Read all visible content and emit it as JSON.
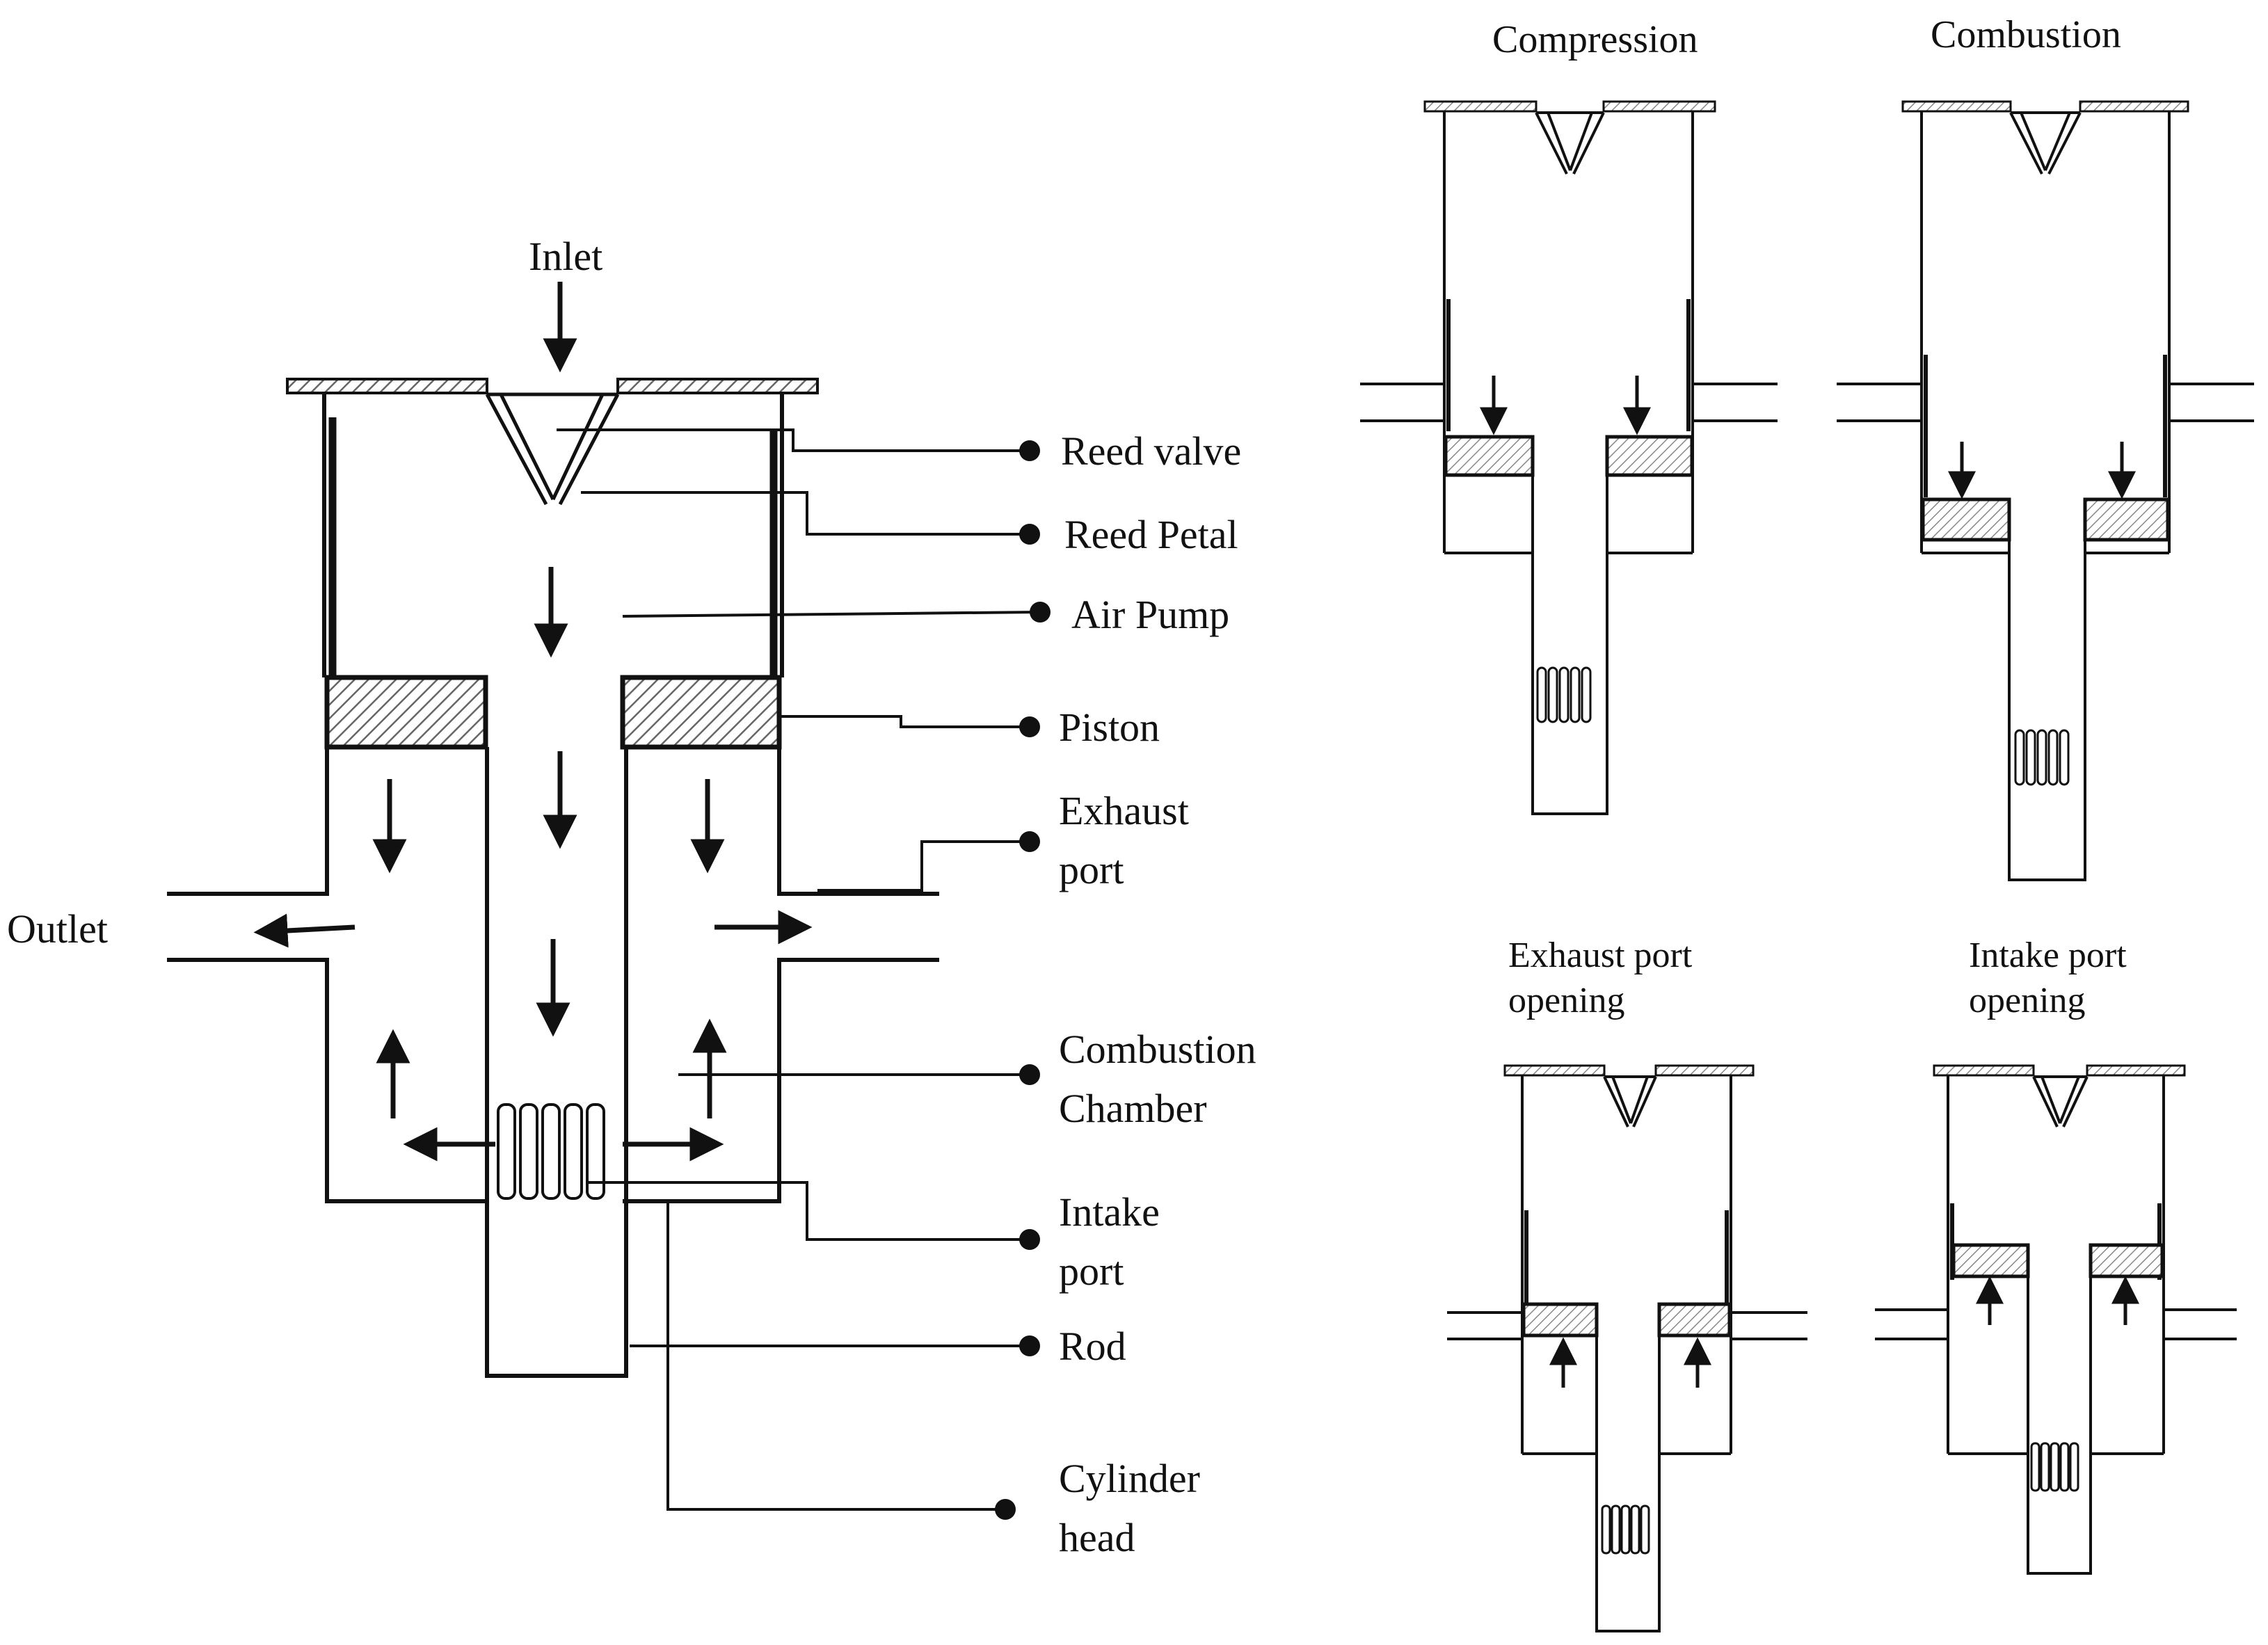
{
  "main": {
    "inlet": "Inlet",
    "outlet": "Outlet",
    "labels": {
      "reed_valve": "Reed valve",
      "reed_petal": "Reed Petal",
      "air_pump": "Air Pump",
      "piston": "Piston",
      "exhaust_port": [
        "Exhaust",
        "port"
      ],
      "combustion_chamber": [
        "Combustion",
        "Chamber"
      ],
      "intake_port": [
        "Intake",
        "port"
      ],
      "rod": "Rod",
      "cylinder_head": [
        "Cylinder",
        "head"
      ]
    }
  },
  "stages": {
    "compression": "Compression",
    "combustion": "Combustion",
    "exhaust_opening": [
      "Exhaust port",
      "opening"
    ],
    "intake_opening": [
      "Intake port",
      "opening"
    ]
  },
  "colors": {
    "line": "#111111",
    "hatch": "#777777",
    "background": "#ffffff"
  }
}
